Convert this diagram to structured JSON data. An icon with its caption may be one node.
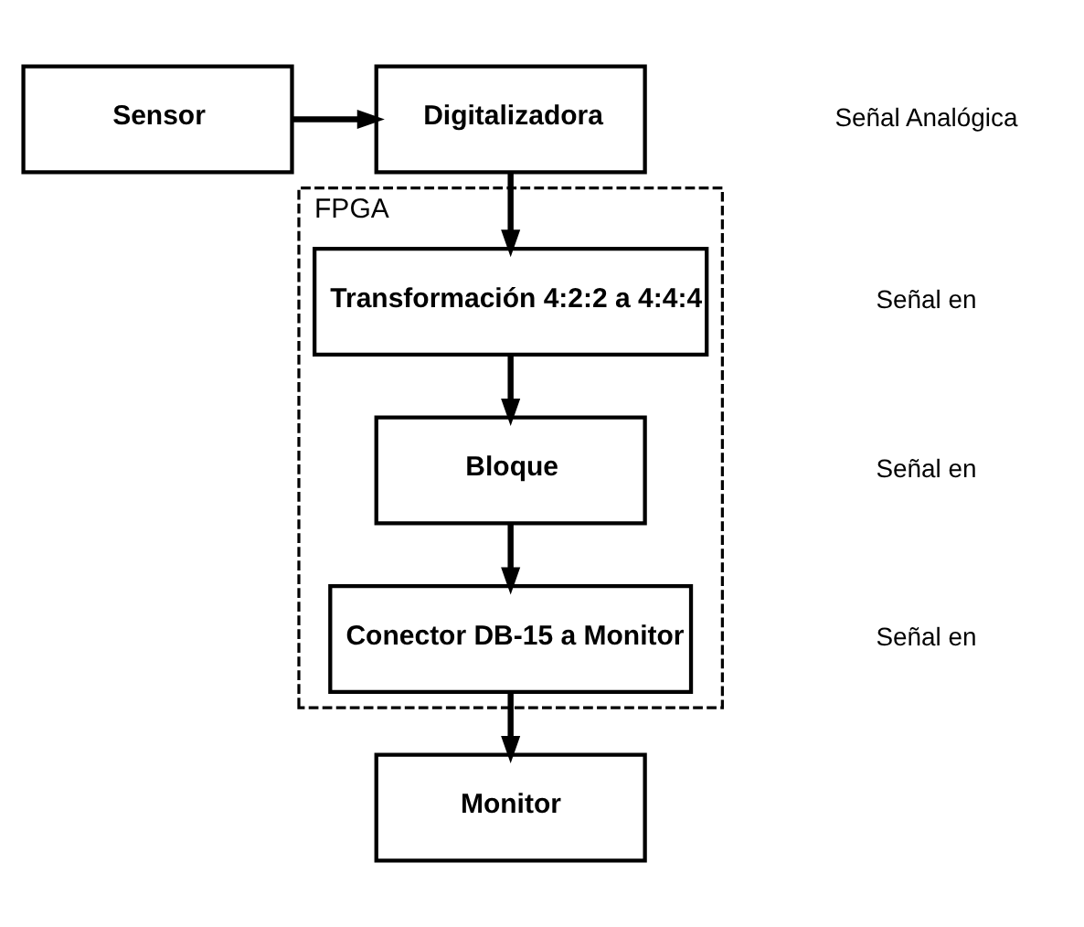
{
  "diagram": {
    "nodes": [
      {
        "text": [
          "Sensor"
        ]
      },
      {
        "text": [
          "Digitalizadora"
        ]
      },
      {
        "text": [
          "FPGA"
        ]
      },
      {
        "text": [
          "Transformación 4:2:2 a 4:4:4"
        ],
        "in": 2
      },
      {
        "text": [
          "Bloque"
        ],
        "in": 2
      },
      {
        "text": [
          "Conector DB-15 a Monitor"
        ],
        "in": 2
      },
      {
        "text": [
          "Monitor"
        ]
      }
    ],
    "edges": [
      {
        "from": 0,
        "to": 1,
        "arrow": "to"
      },
      {
        "from": 1,
        "to": 3,
        "arrow": "to"
      },
      {
        "from": 3,
        "to": 4,
        "arrow": "to"
      },
      {
        "from": 4,
        "to": 5,
        "arrow": "to"
      },
      {
        "from": 5,
        "to": 6,
        "arrow": "to"
      }
    ],
    "labels": [
      "Señal Analógica",
      "Señal en",
      "Señal en",
      "Señal en"
    ]
  }
}
